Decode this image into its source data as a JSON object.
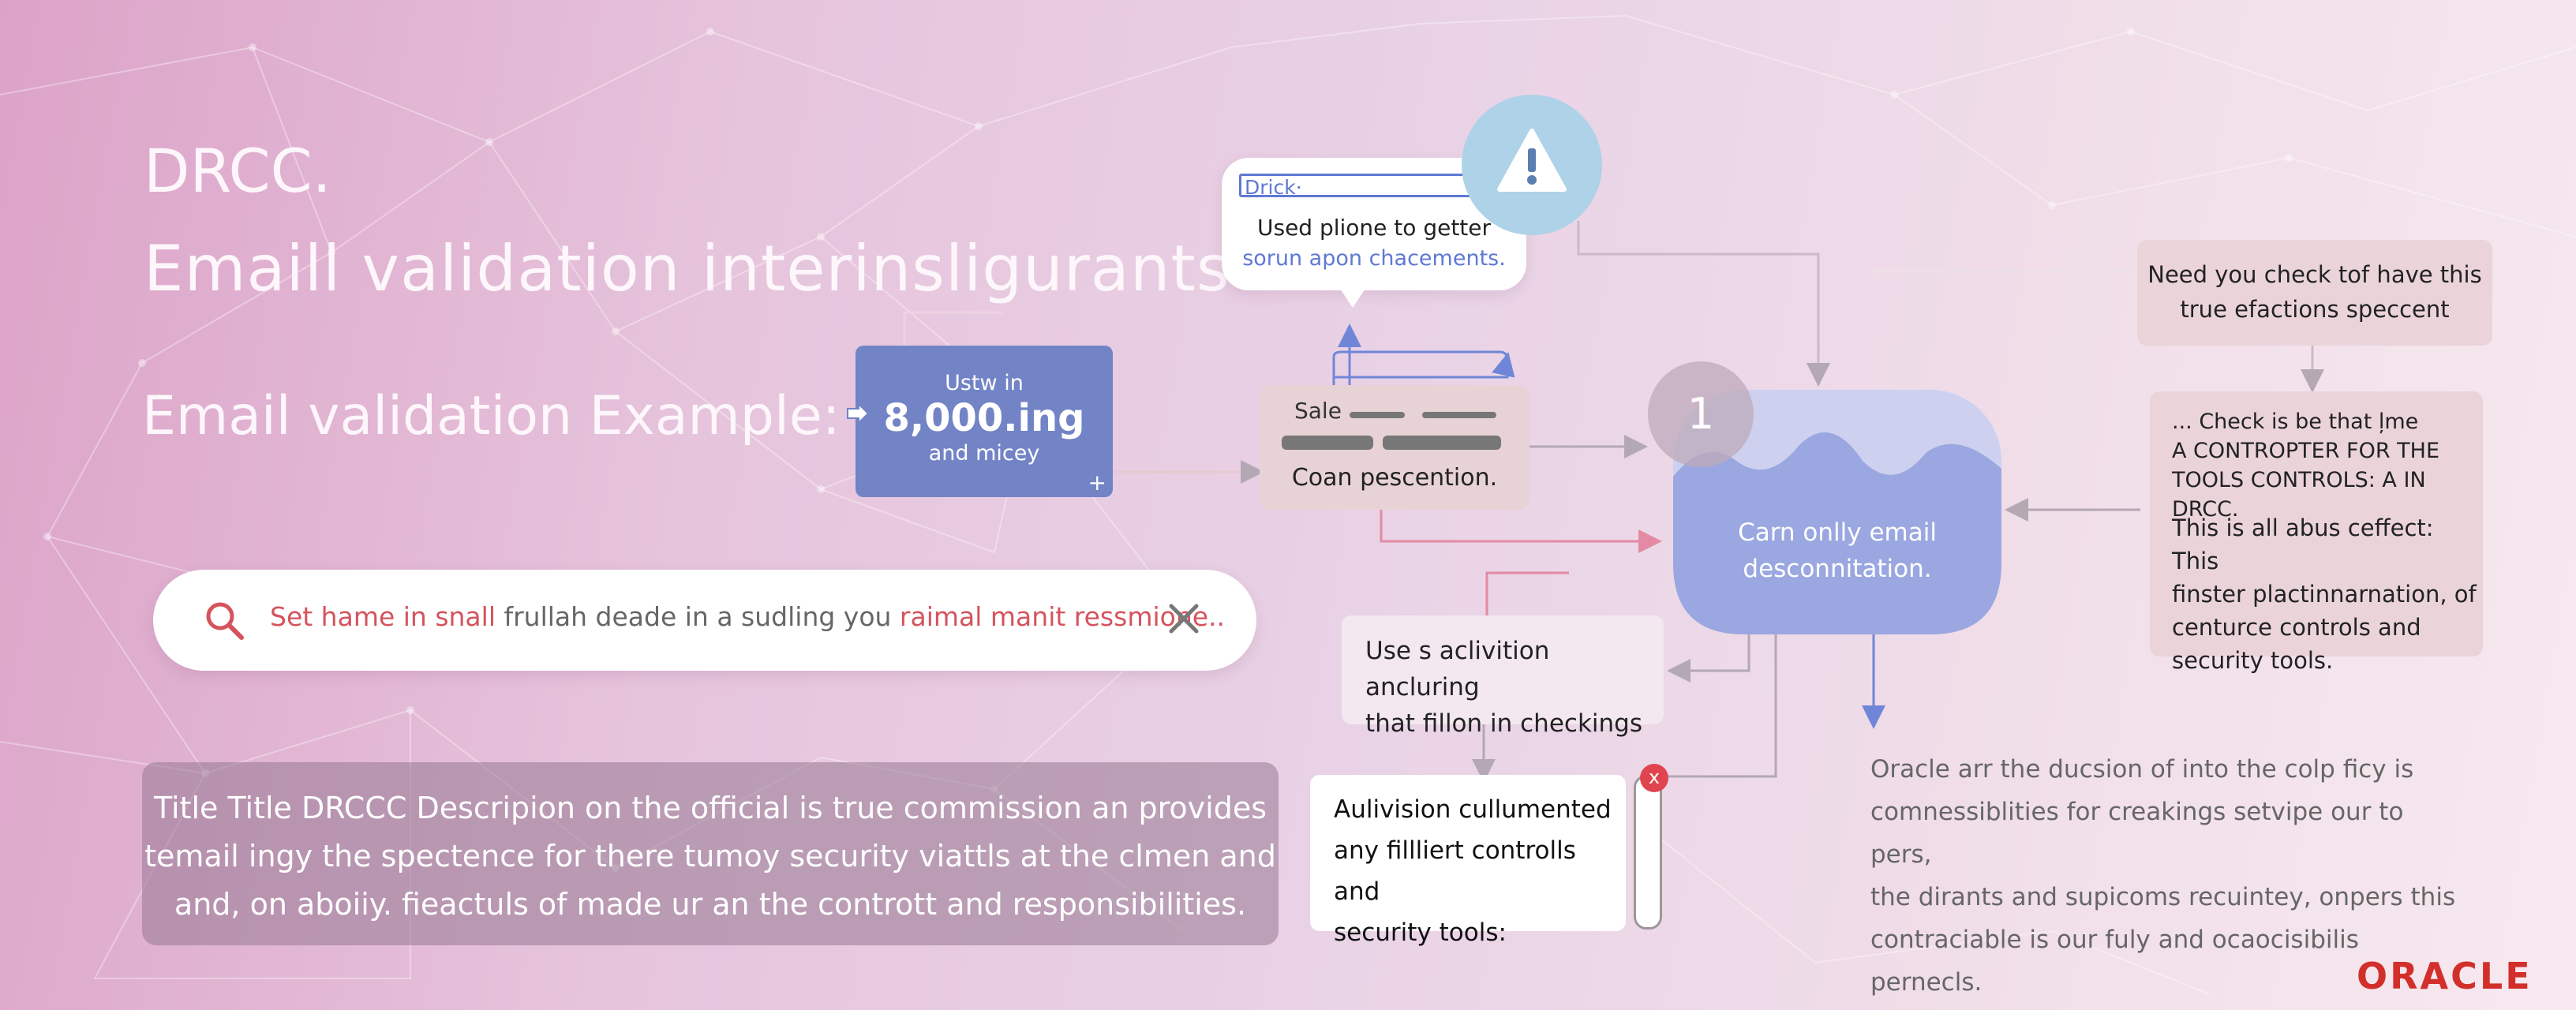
{
  "header": {
    "kicker": "DRCC.",
    "title": "Emaill  validation interinsligurants",
    "subtitle": "Email validation Example:"
  },
  "search": {
    "highlight_start": "Set hame in snall",
    "middle": " frullah deade in a sudling you ",
    "highlight_end": "raimal manit ressmione..",
    "icon": "search-icon",
    "clear_icon": "close-icon",
    "accent": "#d5535d"
  },
  "description": {
    "lines": [
      "Title Title DRCCC Descripion on the official is true commission an provides",
      "temail ingy the spectence for there tumoy security viattls at the clmen and",
      "and, on aboiiy. fieactuls of made ur an the contrott and responsibilities."
    ]
  },
  "stat": {
    "line1": "Ustw in",
    "value": "8,000.ing",
    "line3": "and micey",
    "plus": "+",
    "color": "#7283c6"
  },
  "bubble": {
    "input_value": "Drick·",
    "line1": "Used plione to getter",
    "line2": "sorun apon chacements."
  },
  "warning": {
    "icon": "warning-icon",
    "color": "#aed2e8"
  },
  "sale": {
    "label": "Sale",
    "caption": "Coan pescention."
  },
  "hub": {
    "number": "1",
    "caption_line1": "Carn onlly email",
    "caption_line2": "desconnitation.",
    "color": "#9aa7e0"
  },
  "right_top_box": {
    "line1": "Need you check tof have this",
    "line2": "true efactions speccent"
  },
  "right_box": {
    "lines_a": [
      "... Check is be that ļme",
      "A  CONTROPTER FOR THE",
      "TOOLS CONTROLS: A IN DRCC."
    ],
    "lines_b": [
      "This is all abus ceffect: This",
      "finster plactinnarnation, of",
      "centurce controls and",
      "security tools."
    ]
  },
  "use_box": {
    "line1": "Use s aclivition ancluring",
    "line2": "that fillon in checkings"
  },
  "auli_box": {
    "line1": "Aulivision cullumented",
    "line2": "any fillliert controlls and",
    "line3": "security tools:",
    "close_label": "x"
  },
  "note": {
    "lines": [
      "Oracle arr the ducsion of into the colp ficy is",
      "comnessiblities for creakings setvipe our to pers,",
      "the dirants and supicoms recuintey, onpers this",
      "contraciable is our fuly and ocaocisibilis pernecls."
    ]
  },
  "logo": {
    "text": "ORACLE",
    "color": "#d22f2b"
  }
}
